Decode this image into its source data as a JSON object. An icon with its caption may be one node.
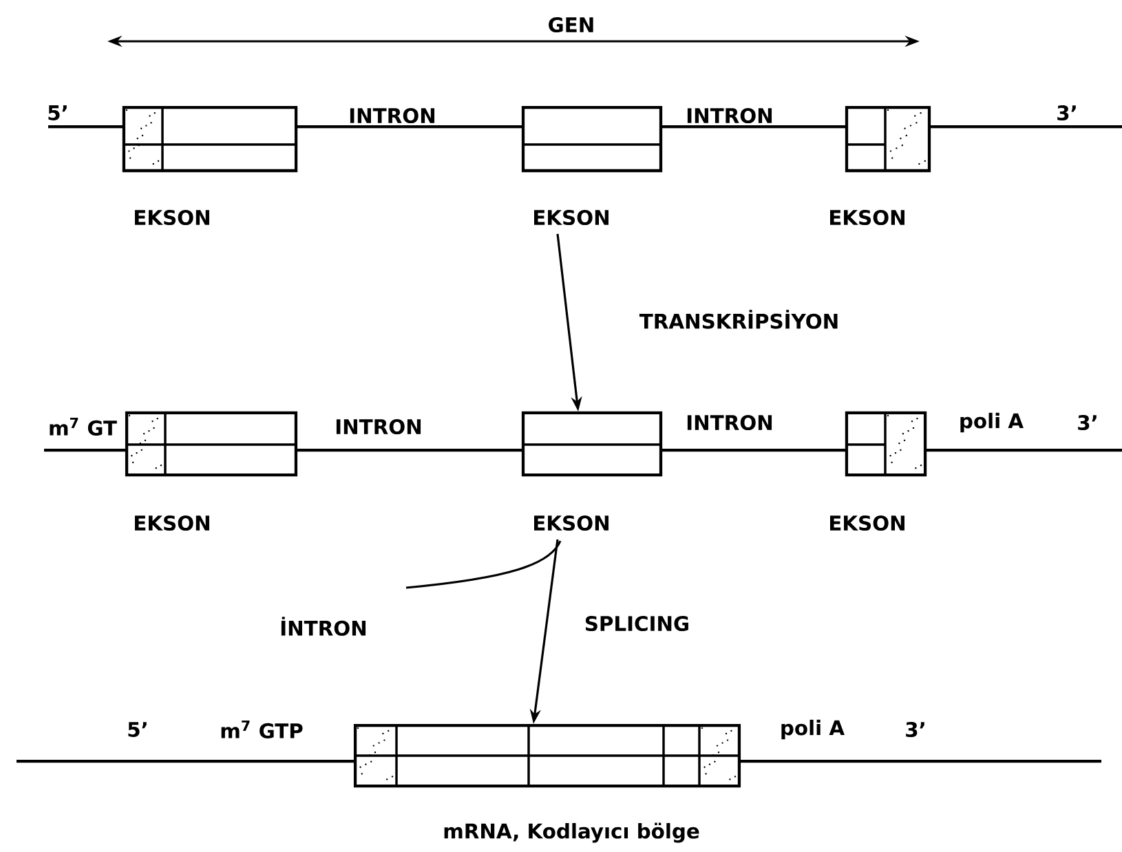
{
  "diagram": {
    "nodes": [
      {
        "text": [
          "EKSON"
        ]
      },
      {
        "text": [
          "EKSON"
        ]
      },
      {
        "text": [
          "EKSON"
        ]
      },
      {
        "text": [
          "EKSON"
        ]
      },
      {
        "text": [
          "EKSON"
        ]
      },
      {
        "text": [
          "EKSON"
        ]
      },
      {
        "text": [
          "mRNA, Kodlayıcı bölge"
        ]
      }
    ],
    "edges": [
      {
        "from": 1,
        "to": 4,
        "arrow": "to",
        "label": "TRANSKRİPSİYON"
      },
      {
        "from": 4,
        "to": 6,
        "arrow": "to",
        "label": "SPLICING"
      }
    ],
    "labels": [
      "GEN",
      "5’",
      "INTRON",
      "INTRON",
      "3’",
      "m$^{7}$ GT",
      "INTRON",
      "INTRON",
      "poli A",
      "3’",
      "İNTRON",
      "5’",
      "m$^{7}$ GTP",
      "poli A",
      "3’"
    ]
  }
}
